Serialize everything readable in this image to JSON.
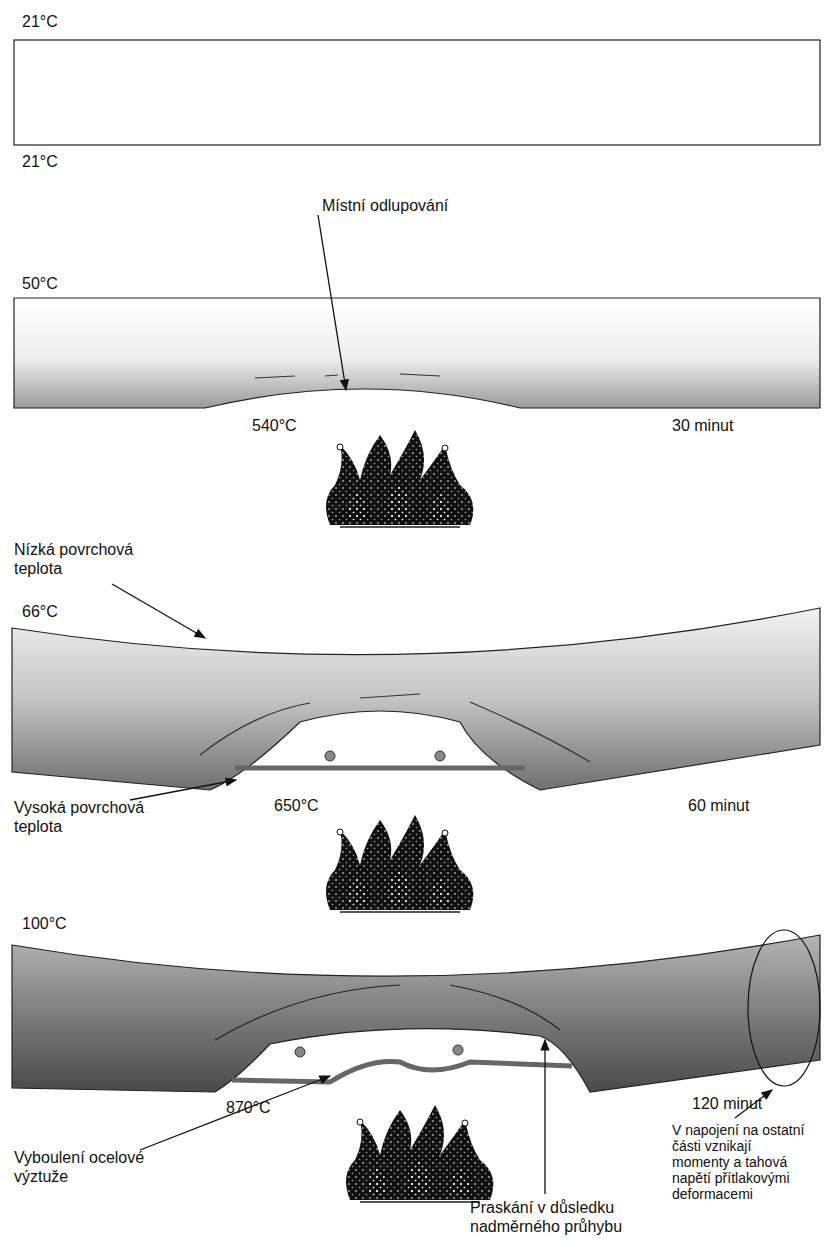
{
  "diagram": {
    "labels": [
      "21°C",
      "21°C",
      "Místní odlupování",
      "50°C",
      "540°C",
      "30 minut",
      "Nízká povrchová teplota",
      "66°C",
      "650°C",
      "60 minut",
      "Vysoká povrchová teplota",
      "100°C",
      "870°C",
      "120 minut",
      "Vyboulení ocelové výztuže",
      "Praskání v důsledku nadměrného průhybu",
      "V napojení na ostatní části vznikají momenty a tahová napětí přítlakovými deformacemi"
    ]
  }
}
